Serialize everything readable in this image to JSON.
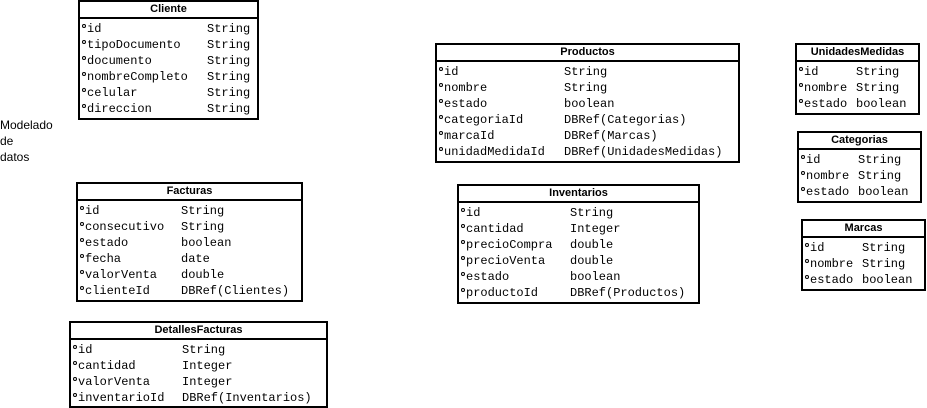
{
  "side_label": [
    "Modelado",
    "de",
    "datos"
  ],
  "entities": {
    "cliente": {
      "title": "Cliente",
      "attributes": [
        {
          "name": "id",
          "type": "String"
        },
        {
          "name": "tipoDocumento",
          "type": "String"
        },
        {
          "name": "documento",
          "type": "String"
        },
        {
          "name": "nombreCompleto",
          "type": "String"
        },
        {
          "name": "celular",
          "type": "String"
        },
        {
          "name": "direccion",
          "type": "String"
        }
      ]
    },
    "productos": {
      "title": "Productos",
      "attributes": [
        {
          "name": "id",
          "type": "String"
        },
        {
          "name": "nombre",
          "type": "String"
        },
        {
          "name": "estado",
          "type": "boolean"
        },
        {
          "name": "categoriaId",
          "type": "DBRef(Categorias)"
        },
        {
          "name": "marcaId",
          "type": "DBRef(Marcas)"
        },
        {
          "name": "unidadMedidaId",
          "type": "DBRef(UnidadesMedidas)"
        }
      ]
    },
    "unidadesMedidas": {
      "title": "UnidadesMedidas",
      "attributes": [
        {
          "name": "id",
          "type": "String"
        },
        {
          "name": "nombre",
          "type": "String"
        },
        {
          "name": "estado",
          "type": "boolean"
        }
      ]
    },
    "categorias": {
      "title": "Categorias",
      "attributes": [
        {
          "name": "id",
          "type": "String"
        },
        {
          "name": "nombre",
          "type": "String"
        },
        {
          "name": "estado",
          "type": "boolean"
        }
      ]
    },
    "marcas": {
      "title": "Marcas",
      "attributes": [
        {
          "name": "id",
          "type": "String"
        },
        {
          "name": "nombre",
          "type": "String"
        },
        {
          "name": "estado",
          "type": "boolean"
        }
      ]
    },
    "facturas": {
      "title": "Facturas",
      "attributes": [
        {
          "name": "id",
          "type": "String"
        },
        {
          "name": "consecutivo",
          "type": "String"
        },
        {
          "name": "estado",
          "type": "boolean"
        },
        {
          "name": "fecha",
          "type": "date"
        },
        {
          "name": "valorVenta",
          "type": "double"
        },
        {
          "name": "clienteId",
          "type": "DBRef(Clientes)"
        }
      ]
    },
    "inventarios": {
      "title": "Inventarios",
      "attributes": [
        {
          "name": "id",
          "type": "String"
        },
        {
          "name": "cantidad",
          "type": "Integer"
        },
        {
          "name": "precioCompra",
          "type": "double"
        },
        {
          "name": "precioVenta",
          "type": "double"
        },
        {
          "name": "estado",
          "type": "boolean"
        },
        {
          "name": "productoId",
          "type": "DBRef(Productos)"
        }
      ]
    },
    "detallesFacturas": {
      "title": "DetallesFacturas",
      "attributes": [
        {
          "name": "id",
          "type": "String"
        },
        {
          "name": "cantidad",
          "type": "Integer"
        },
        {
          "name": "valorVenta",
          "type": "Integer"
        },
        {
          "name": "inventarioId",
          "type": "DBRef(Inventarios)"
        }
      ]
    }
  }
}
